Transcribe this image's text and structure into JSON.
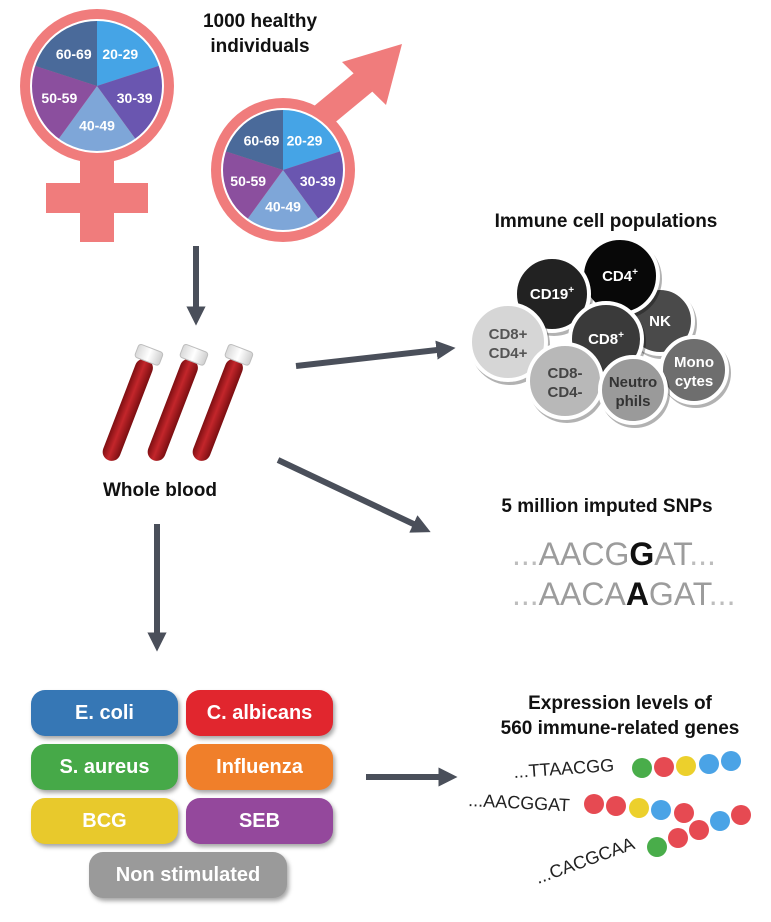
{
  "cohort": {
    "title_line1": "1000 healthy",
    "title_line2": "individuals",
    "age_groups": [
      "20-29",
      "30-39",
      "40-49",
      "50-59",
      "60-69"
    ],
    "age_colors": [
      "#45a4e6",
      "#6a56b0",
      "#7ea6d8",
      "#8b4f9e",
      "#4a6a9a"
    ],
    "symbol_color": "#f07c7c"
  },
  "blood": {
    "label": "Whole blood"
  },
  "immune": {
    "title": "Immune cell populations",
    "cells": [
      {
        "id": "cd19",
        "lines": [
          "CD19",
          "+"
        ],
        "fill": "#222222",
        "text": "#ffffff"
      },
      {
        "id": "cd4",
        "lines": [
          "CD4",
          "+"
        ],
        "fill": "#080808",
        "text": "#ffffff"
      },
      {
        "id": "nk",
        "lines": [
          "NK"
        ],
        "fill": "#4a4a4a",
        "text": "#ffffff"
      },
      {
        "id": "cd8pos",
        "lines": [
          "CD8",
          "+"
        ],
        "fill": "#3a3a3a",
        "text": "#ffffff"
      },
      {
        "id": "dp",
        "lines": [
          "CD8+",
          "CD4+"
        ],
        "fill": "#d6d6d6",
        "text": "#555555"
      },
      {
        "id": "dn",
        "lines": [
          "CD8-",
          "CD4-"
        ],
        "fill": "#b8b8b8",
        "text": "#444444"
      },
      {
        "id": "neutro",
        "lines": [
          "Neutro",
          "phils"
        ],
        "fill": "#9a9a9a",
        "text": "#333333"
      },
      {
        "id": "mono",
        "lines": [
          "Mono",
          "cytes"
        ],
        "fill": "#6e6e6e",
        "text": "#ffffff"
      }
    ]
  },
  "snps": {
    "title": "5 million imputed SNPs",
    "seq1_pre": "AACG",
    "seq1_var": "G",
    "seq1_post": "AT",
    "seq2_pre": "AACA",
    "seq2_var": "A",
    "seq2_post": "GAT",
    "dots": "..."
  },
  "stimuli": [
    {
      "label": "E. coli",
      "color": "#3677b5"
    },
    {
      "label": "C. albicans",
      "color": "#e1262e"
    },
    {
      "label": "S. aureus",
      "color": "#46a948"
    },
    {
      "label": "Influenza",
      "color": "#f07f2a"
    },
    {
      "label": "BCG",
      "color": "#e8c92c"
    },
    {
      "label": "SEB",
      "color": "#94489c"
    },
    {
      "label": "Non stimulated",
      "color": "#9a9a9a"
    }
  ],
  "expression": {
    "title_line1": "Expression levels of",
    "title_line2": "560 immune-related genes",
    "seq1": "...TTAACGG",
    "seq2": "...AACGGAT",
    "seq3": "...CACGCAA",
    "bead_colors": {
      "green": "#49ad4a",
      "red": "#e64a52",
      "yellow": "#ecd02c",
      "blue": "#4aa3e6"
    }
  },
  "arrow_color": "#4a4f5a"
}
